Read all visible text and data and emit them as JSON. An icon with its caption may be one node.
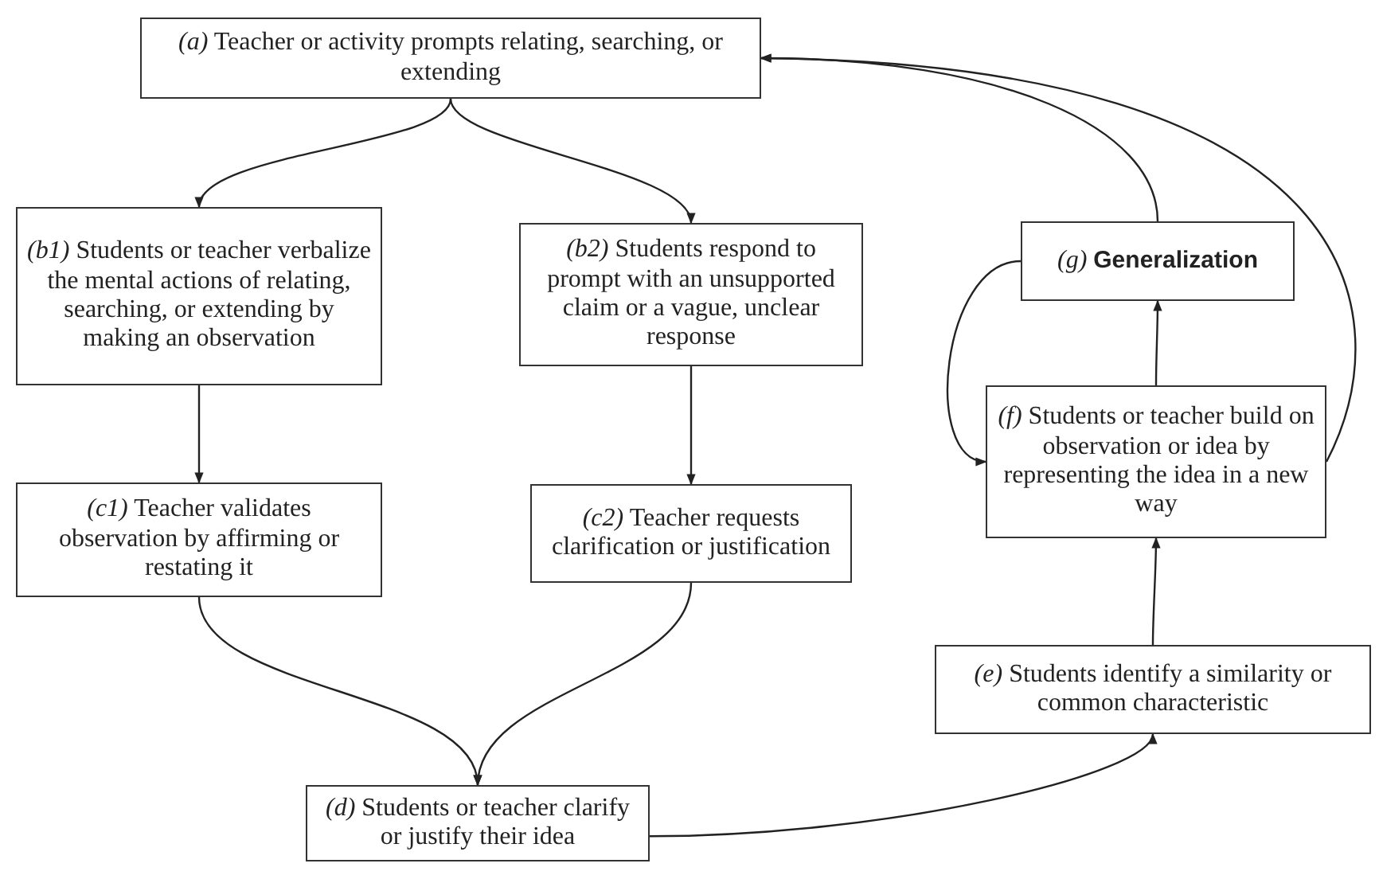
{
  "diagram": {
    "nodes": [
      {
        "text": [
          "*(a)* Teacher or activity prompts relating, searching, or extending"
        ]
      },
      {
        "text": [
          "*(b1)* Students or teacher verbalize the mental actions of relating, searching, or extending by making an observation"
        ]
      },
      {
        "text": [
          "*(b2)* Students respond to prompt with an unsupported claim or a vague, unclear response"
        ]
      },
      {
        "text": [
          "*(c1)* Teacher validates observation by affirming or restating it"
        ]
      },
      {
        "text": [
          "*(c2)* Teacher requests clarification or justification"
        ]
      },
      {
        "text": [
          "*(d)* Students or teacher clarify or justify their idea"
        ]
      },
      {
        "text": [
          "*(e)* Students identify a similarity or common characteristic"
        ]
      },
      {
        "text": [
          "*(g)* **Generalization**"
        ]
      },
      {
        "text": [
          "*(f)* Students or teacher build on observation or idea by representing the idea in a new way"
        ]
      }
    ],
    "edges": [
      {
        "from": 0,
        "to": 1,
        "arrow": "to"
      },
      {
        "from": 0,
        "to": 2,
        "arrow": "to"
      },
      {
        "from": 1,
        "to": 3,
        "arrow": "to"
      },
      {
        "from": 2,
        "to": 4,
        "arrow": "to"
      },
      {
        "from": 3,
        "to": 5,
        "arrow": "to"
      },
      {
        "from": 4,
        "to": 5,
        "arrow": "to"
      },
      {
        "from": 5,
        "to": 6,
        "arrow": "to"
      },
      {
        "from": 6,
        "to": 8,
        "arrow": "to"
      },
      {
        "from": 8,
        "to": 7,
        "arrow": "to"
      },
      {
        "from": 7,
        "to": 0,
        "arrow": "to"
      },
      {
        "from": 8,
        "to": 0,
        "arrow": "to"
      },
      {
        "from": 7,
        "to": 8,
        "arrow": "to"
      }
    ]
  }
}
